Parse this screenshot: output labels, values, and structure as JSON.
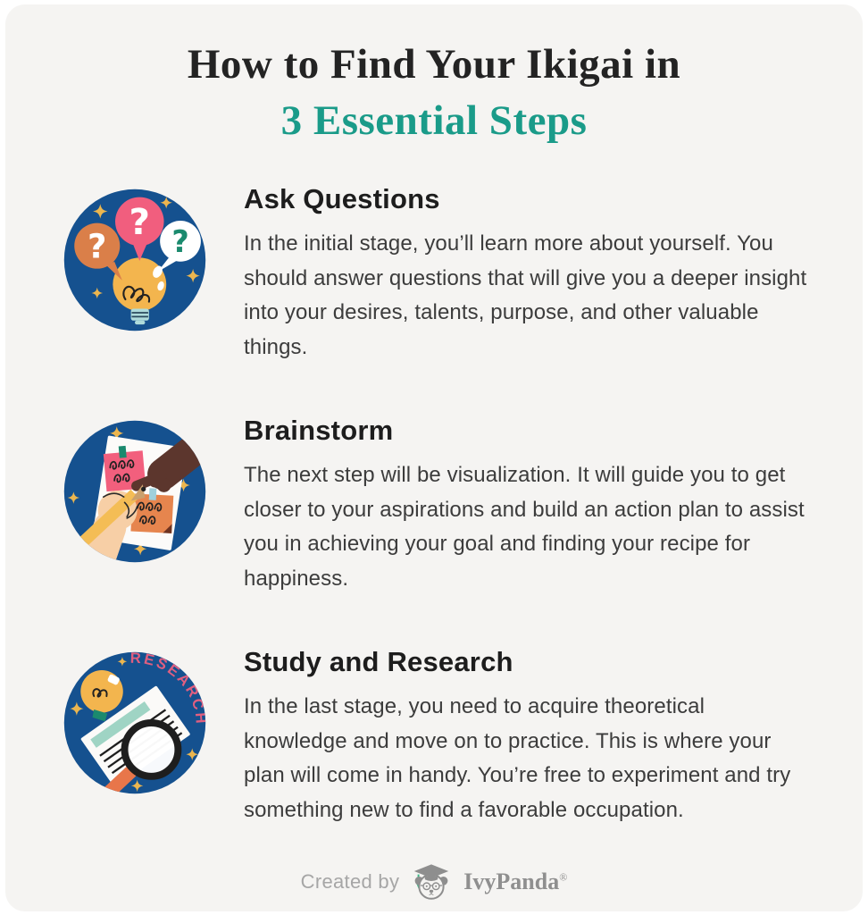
{
  "title": {
    "line1": "How to Find Your Ikigai in",
    "line2": "3 Essential Steps"
  },
  "steps": [
    {
      "heading": "Ask Questions",
      "body": "In the initial stage, you’ll learn more about yourself. You should answer questions that will give you a deeper insight into your desires, talents, purpose, and other valuable things.",
      "icon": "question-bubbles-lightbulb-icon"
    },
    {
      "heading": "Brainstorm",
      "body": "The next step will be visualization. It will guide you to get closer to your aspirations and build an action plan to assist you in achieving your goal and finding your recipe for happiness.",
      "icon": "sticky-notes-hands-icon"
    },
    {
      "heading": "Study and Research",
      "body": "In the last stage, you need to acquire theoretical knowledge and move on to practice. This is where your plan will come in handy. You’re free to experiment and try something new to find a favorable occupation.",
      "icon": "research-magnifier-icon",
      "icon_label": "RESEARCH"
    }
  ],
  "footer": {
    "created_by": "Created by",
    "brand": "IvyPanda",
    "registered_mark": "®"
  },
  "colors": {
    "card_bg": "#f5f4f2",
    "accent_teal": "#1a9b89",
    "navy_circle": "#15518f",
    "sparkle_gold": "#ecb64f",
    "bubble_pink": "#f15e7e",
    "bubble_orange": "#da7f49",
    "bulb_yellow": "#f3b54e",
    "research_pink": "#e05f80",
    "heading_text": "#1d1d1d",
    "body_text": "#3c3c3c",
    "footer_gray": "#a6a6a6"
  }
}
